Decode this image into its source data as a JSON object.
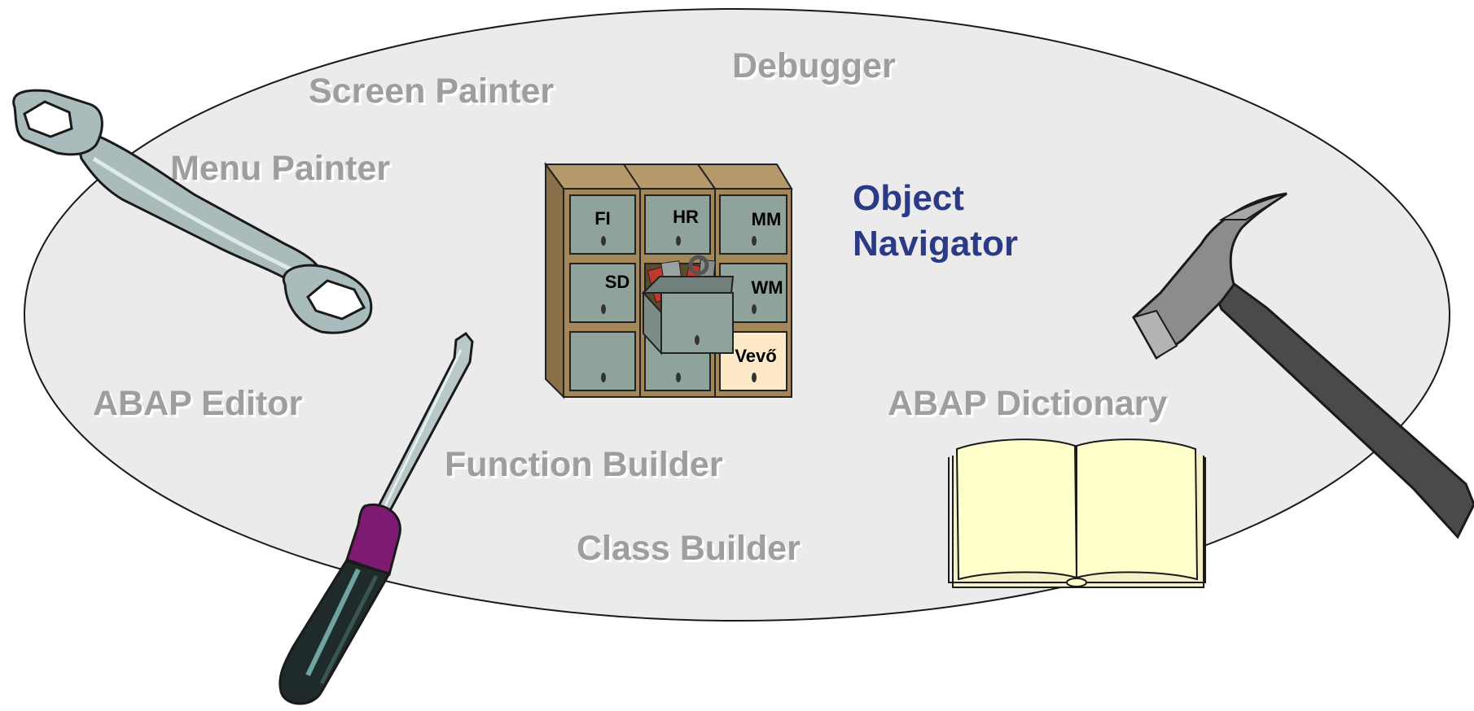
{
  "tools": {
    "debugger": "Debugger",
    "screen_painter": "Screen Painter",
    "menu_painter": "Menu Painter",
    "abap_editor": "ABAP Editor",
    "function_builder": "Function Builder",
    "class_builder": "Class Builder",
    "abap_dictionary": "ABAP Dictionary"
  },
  "object_navigator": {
    "line1": "Object",
    "line2": "Navigator"
  },
  "cabinet": {
    "drawers": [
      "FI",
      "HR",
      "MM",
      "SD",
      "WM",
      "Vevő"
    ]
  },
  "icons": [
    "wrench-icon",
    "screwdriver-icon",
    "filing-cabinet-icon",
    "hammer-icon",
    "book-icon"
  ],
  "colors": {
    "tool_label": "#9e9e9e",
    "navigator_label": "#2b3a85",
    "ellipse_fill": "#ebebeb",
    "cabinet_wood": "#a38758",
    "drawer_fill": "#8fa39a",
    "drawer_highlight": "#fde9c8",
    "book_page": "#ffffcc",
    "screwdriver_handle": "#7d1a73"
  }
}
